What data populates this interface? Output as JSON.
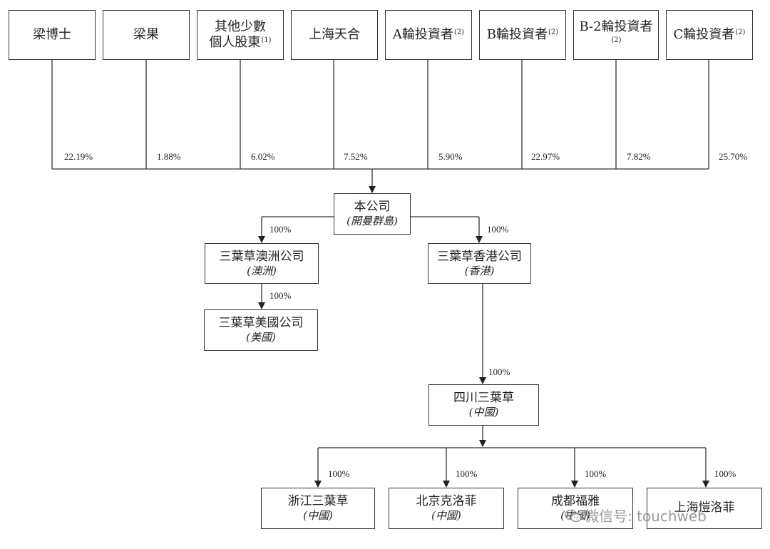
{
  "shareholders": [
    {
      "name": "梁博士",
      "note": "",
      "pct": "22.19%"
    },
    {
      "name": "梁果",
      "note": "",
      "pct": "1.88%"
    },
    {
      "name": "其他少數",
      "name2": "個人股東",
      "note": "(1)",
      "pct": "6.02%"
    },
    {
      "name": "上海天合",
      "note": "",
      "pct": "7.52%"
    },
    {
      "name": "A輪投資者",
      "note": "(2)",
      "pct": "5.90%"
    },
    {
      "name": "B輪投資者",
      "note": "(2)",
      "pct": "22.97%"
    },
    {
      "name": "B-2輪投資者",
      "note": "(2)",
      "pct": "7.82%"
    },
    {
      "name": "C輪投資者",
      "note": "(2)",
      "pct": "25.70%"
    }
  ],
  "company": {
    "name": "本公司",
    "loc": "(開曼群島)"
  },
  "subs": {
    "au": {
      "name": "三葉草澳洲公司",
      "loc": "(澳洲)",
      "pct": "100%"
    },
    "us": {
      "name": "三葉草美國公司",
      "loc": "(美國)",
      "pct": "100%"
    },
    "hk": {
      "name": "三葉草香港公司",
      "loc": "(香港)",
      "pct": "100%"
    },
    "sc": {
      "name": "四川三葉草",
      "loc": "(中國)",
      "pct": "100%"
    }
  },
  "bottom": [
    {
      "name": "浙江三葉草",
      "loc": "(中國)",
      "pct": "100%"
    },
    {
      "name": "北京克洛菲",
      "loc": "(中國)",
      "pct": "100%"
    },
    {
      "name": "成都福雅",
      "loc": "(中國)",
      "pct": "100%"
    },
    {
      "name": "上海愷洛菲",
      "loc": "",
      "pct": "100%"
    }
  ],
  "watermark": "微信号: touchweb",
  "watermark_icon": "wechat-icon"
}
